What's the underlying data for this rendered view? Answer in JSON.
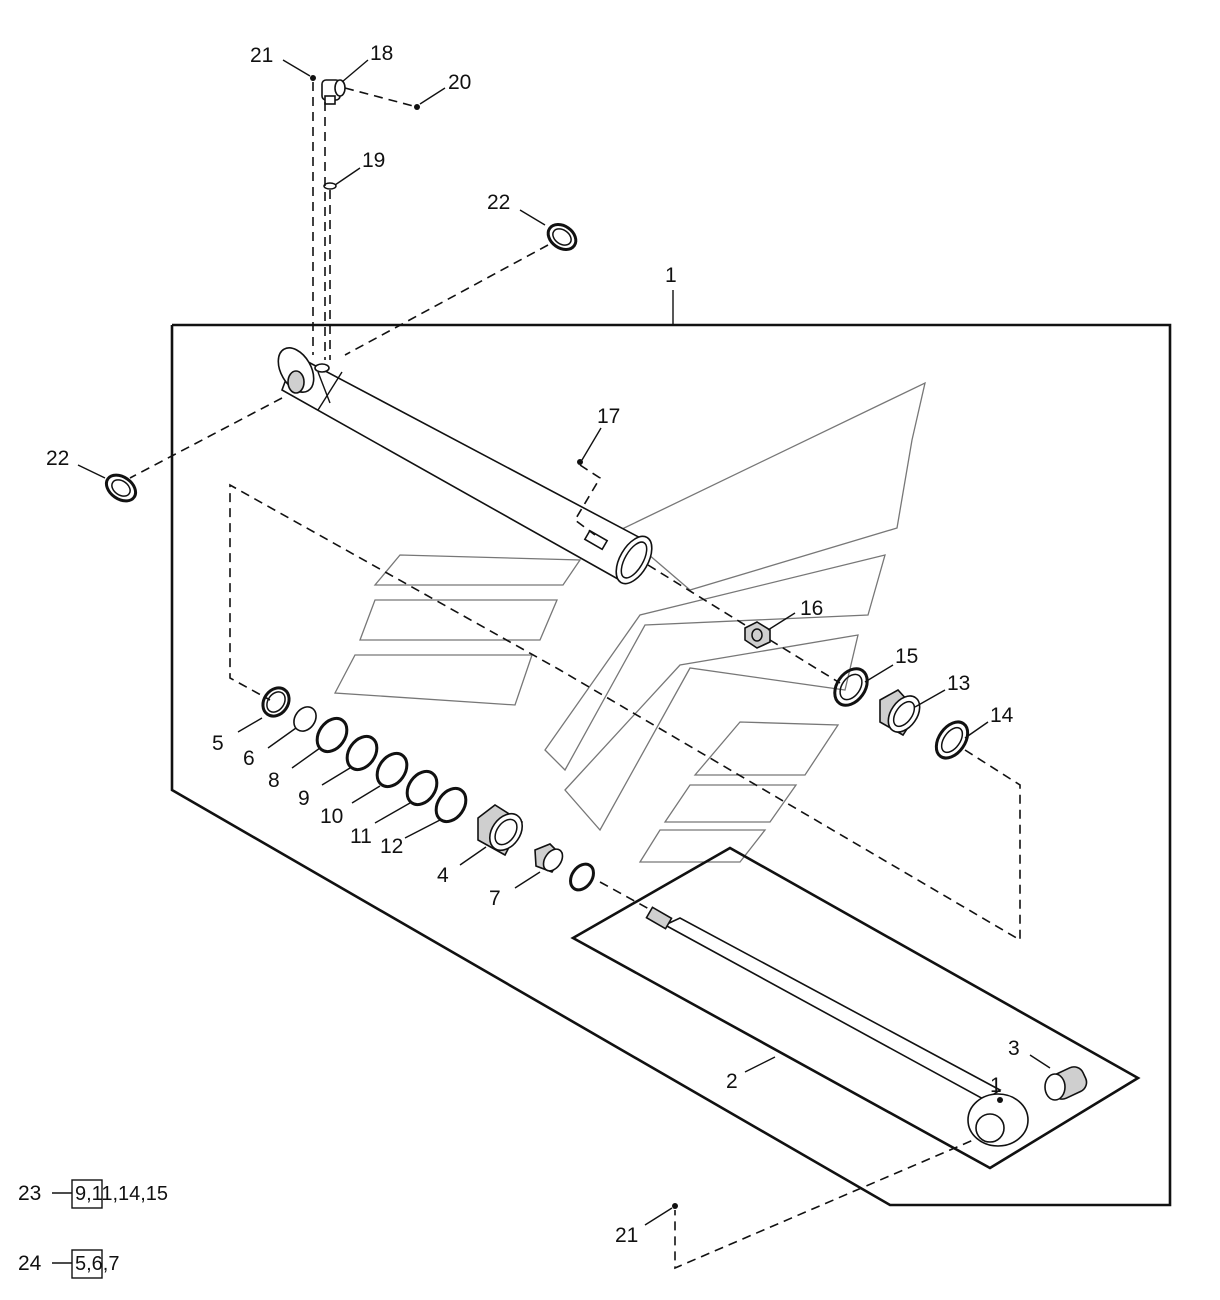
{
  "callouts": {
    "c1": "1",
    "c1b": "1",
    "c2": "2",
    "c3": "3",
    "c4": "4",
    "c5": "5",
    "c6": "6",
    "c7": "7",
    "c8": "8",
    "c9": "9",
    "c10": "10",
    "c11": "11",
    "c12": "12",
    "c13": "13",
    "c14": "14",
    "c15": "15",
    "c16": "16",
    "c17": "17",
    "c18": "18",
    "c19": "19",
    "c20": "20",
    "c21a": "21",
    "c21b": "21",
    "c22a": "22",
    "c22b": "22"
  },
  "kits": [
    {
      "number": "23",
      "contents": "9,11,14,15"
    },
    {
      "number": "24",
      "contents": "5,6,7"
    }
  ]
}
